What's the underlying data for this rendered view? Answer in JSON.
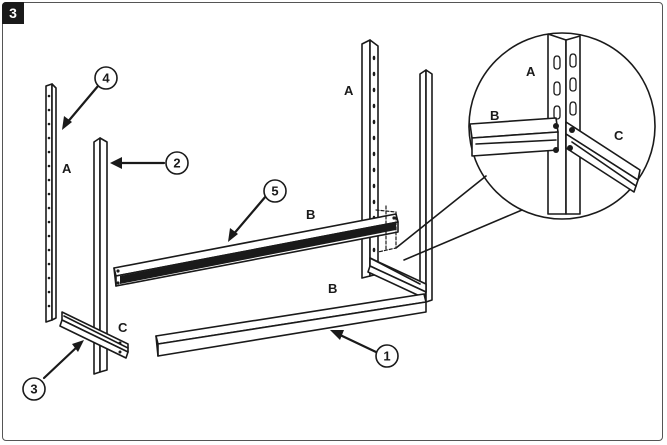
{
  "step": "3",
  "part_labels": {
    "A_left": "A",
    "A_right": "A",
    "B_top": "B",
    "B_bottom": "B",
    "C_left": "C"
  },
  "callouts": [
    "1",
    "2",
    "3",
    "4",
    "5"
  ],
  "detail": {
    "A": "A",
    "B": "B",
    "C": "C"
  }
}
